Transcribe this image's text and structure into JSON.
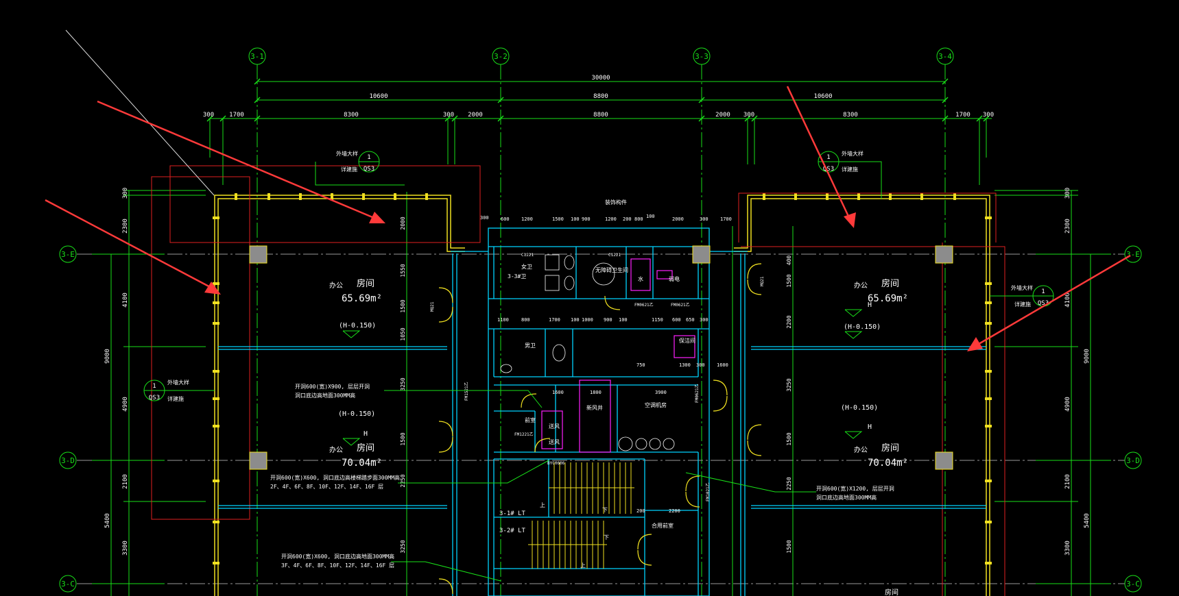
{
  "axes": {
    "vertical": [
      "3-1",
      "3-2",
      "3-3",
      "3-4"
    ],
    "horizontal": [
      "3-E",
      "3-D",
      "3-C"
    ]
  },
  "dimensions": {
    "overall": "30000",
    "spans": [
      "10600",
      "8800",
      "10600"
    ],
    "details": [
      "300",
      "1700",
      "8300",
      "300",
      "2000",
      "8800",
      "2000",
      "300",
      "8300",
      "1700",
      "300"
    ],
    "core_top": [
      "300",
      "600",
      "1200",
      "1500",
      "100",
      "900",
      "1200",
      "200",
      "800",
      "100",
      "2000",
      "300",
      "1700"
    ],
    "left_vertical": [
      "300",
      "2300",
      "4100",
      "4900",
      "2100",
      "3300"
    ],
    "left_vertical_totals": [
      "9000",
      "5400"
    ],
    "right_vertical": [
      "300",
      "2300",
      "4100",
      "4900",
      "2100",
      "3300"
    ],
    "right_vertical_totals": [
      "9000",
      "5400"
    ],
    "left_inner": [
      "2000",
      "1550",
      "1500",
      "1050",
      "3250",
      "1500",
      "2250",
      "3250"
    ],
    "right_inner": [
      "400",
      "1500",
      "2200",
      "3250",
      "1500",
      "2250",
      "1500"
    ]
  },
  "rooms": {
    "upper_left": {
      "use": "办公",
      "name": "房间",
      "area": "65.69m²",
      "elev": "(H-0.150)"
    },
    "lower_left": {
      "use": "办公",
      "name": "房间",
      "area": "70.04m²",
      "elev": "(H-0.150)",
      "h": "H"
    },
    "upper_right": {
      "use": "办公",
      "name": "房间",
      "area": "65.69m²",
      "elev": "(H-0.150)",
      "h": "H"
    },
    "lower_right": {
      "use": "办公",
      "name": "房间",
      "area": "70.04m²",
      "elev": "(H-0.150)",
      "h": "H"
    },
    "bottom_right_partial": "房间"
  },
  "core_labels": {
    "decor": "装饰构件",
    "toilet_w": "女卫",
    "toilet_3": "3-3#卫",
    "accessible": "无障碍卫生间",
    "water": "水",
    "elec": "弱电",
    "toilet_m": "男卫",
    "janitor": "保洁间",
    "fresh_air": "新风井",
    "ac_room": "空调机房",
    "front_room": "前室",
    "air_in": "送风",
    "air_out": "送风",
    "elevator1": "3-1# LT",
    "elevator2": "3-2# LT",
    "combined_front": "合用前室",
    "up": "上",
    "down": "下",
    "core_dims_mid": [
      "1100",
      "800",
      "1700",
      "100",
      "1000",
      "900",
      "100",
      "1150",
      "600",
      "650",
      "300"
    ],
    "core_dims_lower": [
      "1600",
      "1800",
      "3900",
      "750",
      "1300",
      "300",
      "1600",
      "2200",
      "200"
    ]
  },
  "door_tags": [
    "MQ21",
    "MQ21",
    "FM0621乙",
    "FM0621乙",
    "FM1221乙",
    "FM0621乙",
    "FM1021乙",
    "FM1521乙",
    "BYC0606",
    "C1221",
    "C1221"
  ],
  "callouts": {
    "wall_detail": "外墙大样",
    "wall_detail_sub": "详建施",
    "ref_num": "1",
    "ref_sheet": "QS3"
  },
  "notes": {
    "note1_line1": "开洞600(宽)X900, 层层开洞",
    "note1_line2": "洞口底边高地面300MM高",
    "note2_line1": "开洞600(宽)X600, 洞口底边高楼梯踏步面300MM高",
    "note2_line2": "2F、4F、6F、8F、10F、12F、14F、16F 层",
    "note3_line1": "开洞600(宽)X600, 洞口底边高地面300MM高",
    "note3_line2": "3F、4F、6F、8F、10F、12F、14F、16F 层",
    "note4_line1": "开洞600(宽)X1200, 层层开洞",
    "note4_line2": "洞口底边高地面300MM高"
  },
  "colors": {
    "bg": "#000000",
    "dim": "#19e019",
    "axis": "#19e019",
    "wall": "#00d4ff",
    "window": "#f0e020",
    "red": "#e02020",
    "text": "#ffffff",
    "magenta": "#ff20ff",
    "column": "#8c8c8c",
    "arrow": "#ff3a3a"
  }
}
